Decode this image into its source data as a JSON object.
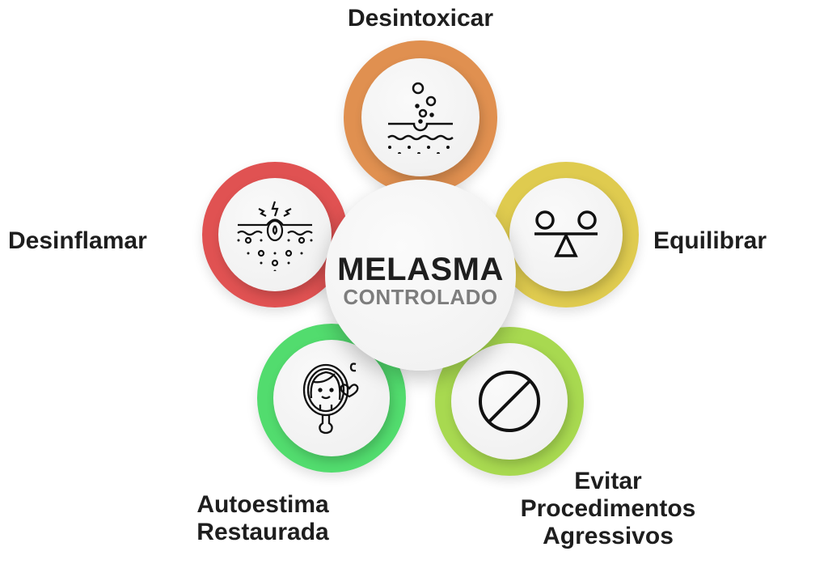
{
  "center": {
    "line1": "MELASMA",
    "line2": "CONTROLADO"
  },
  "items": [
    {
      "label": "Desintoxicar",
      "color": "#E09050",
      "icon": "skin-detox-icon"
    },
    {
      "label": "Equilibrar",
      "color": "#DFCB4F",
      "icon": "balance-scale-icon"
    },
    {
      "label_lines": [
        "Evitar",
        "Procedimentos",
        "Agressivos"
      ],
      "color": "#A8D950",
      "icon": "prohibited-icon"
    },
    {
      "label_lines": [
        "Autoestima",
        "Restaurada"
      ],
      "color": "#52DC6E",
      "icon": "mirror-face-icon"
    },
    {
      "label": "Desinflamar",
      "color": "#E05252",
      "icon": "skin-inflammation-icon"
    }
  ]
}
